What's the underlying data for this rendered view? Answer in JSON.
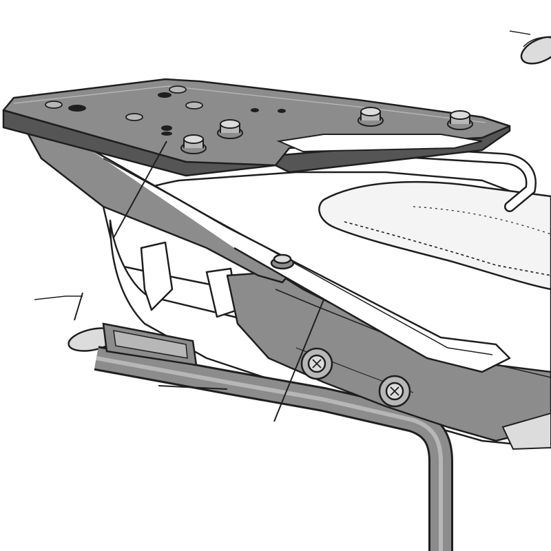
{
  "diagram": {
    "kind": "exploded-assembly-line-drawing",
    "labels": [],
    "parts": [
      {
        "name": "top-rack-plate"
      },
      {
        "name": "rack-support-arm"
      },
      {
        "name": "rider-seat"
      },
      {
        "name": "passenger-grab-rail"
      },
      {
        "name": "side-frame-bracket"
      },
      {
        "name": "mounting-bolt"
      },
      {
        "name": "turn-signal-indicator"
      },
      {
        "name": "tail-light"
      },
      {
        "name": "side-case-holder"
      }
    ],
    "colors": {
      "outline": "#1e1e1e",
      "part_fill": "#8c8c8c",
      "part_fill_light": "#b7b7b7",
      "body_fill": "#ffffff",
      "seat_fill": "#f4f4f4",
      "hole_fill": "#1e1e1e"
    }
  }
}
